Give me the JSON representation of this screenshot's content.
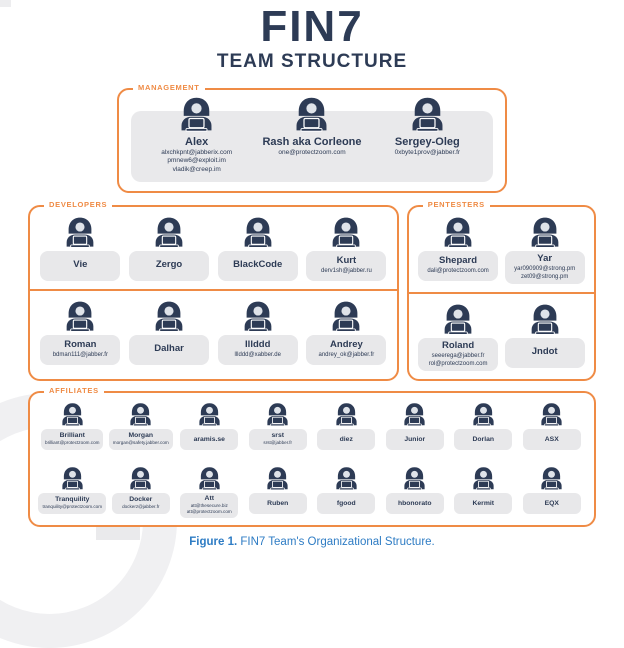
{
  "colors": {
    "navy": "#2d3b55",
    "orange": "#ef8b45",
    "card_gray": "#e8e8ea",
    "caption_blue": "#2e7cc4"
  },
  "header": {
    "title": "FIN7",
    "subtitle": "TEAM STRUCTURE"
  },
  "sections": {
    "management": {
      "label": "MANAGEMENT",
      "rows": [
        [
          {
            "name": "Alex",
            "emails": [
              "alxchkpnt@jabberix.com",
              "pmnew6@exploit.im",
              "vladik@creep.im"
            ]
          },
          {
            "name": "Rash aka Corleone",
            "emails": [
              "one@protectzoom.com"
            ]
          },
          {
            "name": "Sergey-Oleg",
            "emails": [
              "0xbyte1prov@jabber.fr"
            ]
          }
        ]
      ]
    },
    "developers": {
      "label": "DEVELOPERS",
      "rows": [
        [
          {
            "name": "Vie",
            "emails": []
          },
          {
            "name": "Zergo",
            "emails": []
          },
          {
            "name": "BlackCode",
            "emails": []
          },
          {
            "name": "Kurt",
            "emails": [
              "derv1sh@jabber.ru"
            ]
          }
        ],
        [
          {
            "name": "Roman",
            "emails": [
              "bdman111@jabber.fr"
            ]
          },
          {
            "name": "Dalhar",
            "emails": []
          },
          {
            "name": "Illddd",
            "emails": [
              "lllddd@xabber.de"
            ]
          },
          {
            "name": "Andrey",
            "emails": [
              "andrey_ok@jabber.fr"
            ]
          }
        ]
      ]
    },
    "pentesters": {
      "label": "PENTESTERS",
      "rows": [
        [
          {
            "name": "Shepard",
            "emails": [
              "dali@protectzoom.com"
            ]
          },
          {
            "name": "Yar",
            "emails": [
              "yar090909@strong.pm",
              "zet09@strong.pm"
            ]
          }
        ],
        [
          {
            "name": "Roland",
            "emails": [
              "seeerega@jabber.fr",
              "rol@protectzoom.com"
            ]
          },
          {
            "name": "Jndot",
            "emails": []
          }
        ]
      ]
    },
    "affiliates": {
      "label": "AFFILIATES",
      "rows": [
        [
          {
            "name": "Brilliant",
            "emails": [
              "brilliant@protectzoom.com"
            ]
          },
          {
            "name": "Morgan",
            "emails": [
              "morgan@safety.jabber.com"
            ]
          },
          {
            "name": "aramis.se",
            "emails": []
          },
          {
            "name": "srst",
            "emails": [
              "srst@jabber.fr"
            ]
          },
          {
            "name": "diez",
            "emails": []
          },
          {
            "name": "Junior",
            "emails": []
          },
          {
            "name": "Dorlan",
            "emails": []
          },
          {
            "name": "ASX",
            "emails": []
          }
        ],
        [
          {
            "name": "Tranquility",
            "emails": [
              "tranquility@protectzoom.com"
            ]
          },
          {
            "name": "Docker",
            "emails": [
              "dockerz@jabber.fr"
            ]
          },
          {
            "name": "Att",
            "emails": [
              "att@thesecure.biz",
              "att@protectzoom.com"
            ]
          },
          {
            "name": "Ruben",
            "emails": []
          },
          {
            "name": "fgood",
            "emails": []
          },
          {
            "name": "hbonorato",
            "emails": []
          },
          {
            "name": "Kermit",
            "emails": []
          },
          {
            "name": "EQX",
            "emails": []
          }
        ]
      ]
    }
  },
  "caption": {
    "figure": "Figure 1.",
    "text": "FIN7 Team's Organizational Structure."
  }
}
